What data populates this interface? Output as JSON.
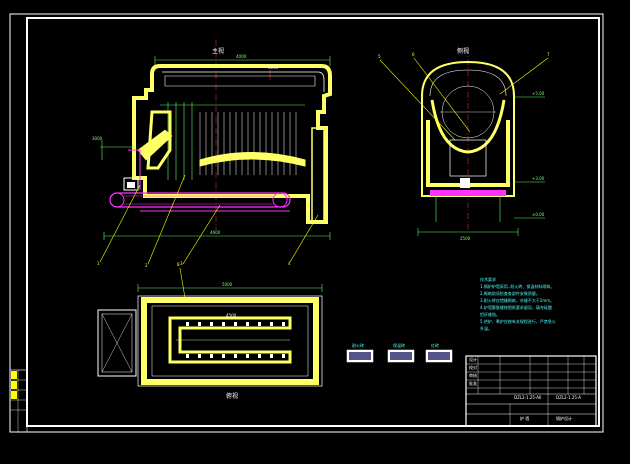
{
  "views": {
    "front_label": "主视",
    "side_label": "侧视",
    "plan_label": "俯视"
  },
  "dims": {
    "front_top": "4000",
    "front_bottom": "4600",
    "front_left": "3000",
    "side_bottom": "2500",
    "plan_top": "5000",
    "plan_mid": "4500",
    "side_right_a": "+5.00",
    "side_right_b": "+3.00",
    "side_right_c": "±0.00",
    "front_note": "3000"
  },
  "callouts": [
    "1",
    "2",
    "3",
    "4",
    "5",
    "6",
    "7",
    "8"
  ],
  "notes": {
    "title": "技术要求",
    "lines": [
      "1.锅炉炉墙采用..耐火砖、保温材料砌筑。",
      "2.砌筑前须检查各部件安装质量。",
      "3.耐火砖应错缝砌筑，灰缝不大于2mm。",
      "4.炉墙膨胀缝按图纸要求留设，填充硅酸",
      "铝纤维毡。",
      "5.烘炉、煮炉应按有关规程进行，严禁急火",
      "升温。"
    ]
  },
  "legend": [
    {
      "label": "耐火砖"
    },
    {
      "label": "保温砖"
    },
    {
      "label": "红砖"
    }
  ],
  "title_block": {
    "drawing_no": "DZL2-1.25-AII",
    "name": "DZL2-1.25-A",
    "subtitle": "炉 墙",
    "company": "锅炉设计",
    "rows": [
      "设计",
      "校对",
      "审核",
      "批准"
    ]
  },
  "palette": {
    "frame": "#ffffff",
    "wall": "#ffff66",
    "refractory": "#eeff99",
    "steel": "#ff33ff",
    "center": "#ff3333",
    "dim": "#55ff55",
    "leader": "#ffff00"
  }
}
